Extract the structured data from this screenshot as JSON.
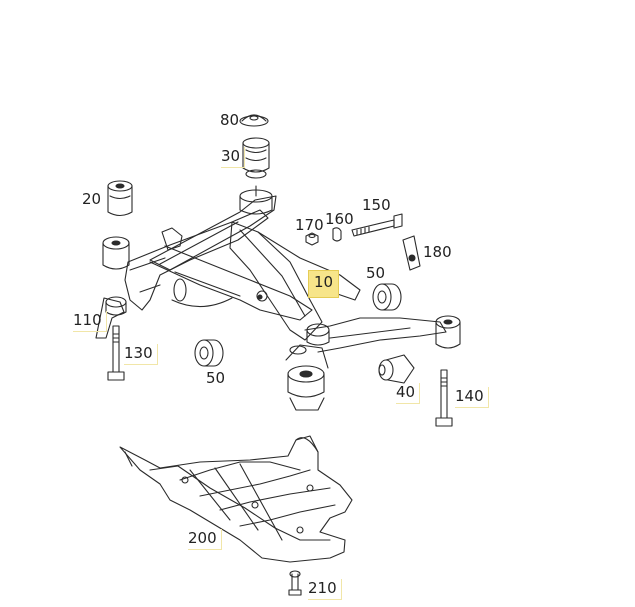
{
  "callouts": {
    "c80": "80",
    "c30": "30",
    "c20": "20",
    "c170": "170",
    "c160": "160",
    "c150": "150",
    "c180": "180",
    "c10": "10",
    "c50a": "50",
    "c50b": "50",
    "c110": "110",
    "c130": "130",
    "c40": "40",
    "c140": "140",
    "c200": "200",
    "c210": "210"
  },
  "colors": {
    "line": "#2b2b2b",
    "highlight": "#f7e58a",
    "box_edge": "#f1e6a8"
  }
}
